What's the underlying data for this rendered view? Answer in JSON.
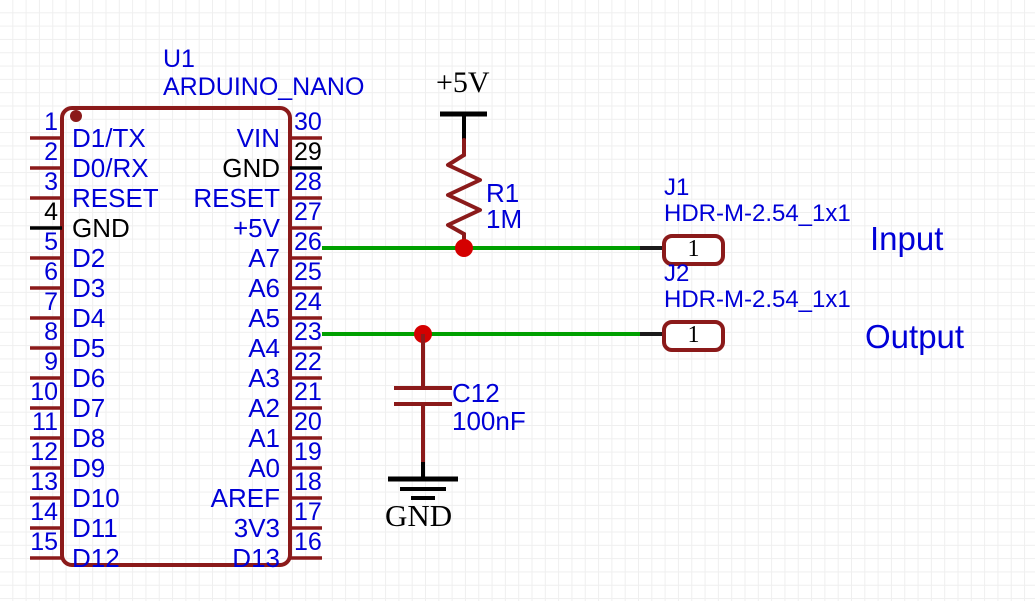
{
  "diagram": {
    "type": "electronic-schematic",
    "colors": {
      "wire_green": "#00a000",
      "component_dark_red": "#8b1a1a",
      "pin_label_blue": "#0000d7",
      "power_black": "#000000",
      "junction_red": "#d40000",
      "grid": "#efefef",
      "background": "#ffffff"
    }
  },
  "mcu": {
    "reference": "U1",
    "value": "ARDUINO_NANO",
    "left_pins": [
      {
        "number": "1",
        "name": "D1/TX",
        "style": "blue"
      },
      {
        "number": "2",
        "name": "D0/RX",
        "style": "blue"
      },
      {
        "number": "3",
        "name": "RESET",
        "style": "blue"
      },
      {
        "number": "4",
        "name": "GND",
        "style": "black"
      },
      {
        "number": "5",
        "name": "D2",
        "style": "blue"
      },
      {
        "number": "6",
        "name": "D3",
        "style": "blue"
      },
      {
        "number": "7",
        "name": "D4",
        "style": "blue"
      },
      {
        "number": "8",
        "name": "D5",
        "style": "blue"
      },
      {
        "number": "9",
        "name": "D6",
        "style": "blue"
      },
      {
        "number": "10",
        "name": "D7",
        "style": "blue"
      },
      {
        "number": "11",
        "name": "D8",
        "style": "blue"
      },
      {
        "number": "12",
        "name": "D9",
        "style": "blue"
      },
      {
        "number": "13",
        "name": "D10",
        "style": "blue"
      },
      {
        "number": "14",
        "name": "D11",
        "style": "blue"
      },
      {
        "number": "15",
        "name": "D12",
        "style": "blue"
      }
    ],
    "right_pins": [
      {
        "number": "30",
        "name": "VIN",
        "style": "blue"
      },
      {
        "number": "29",
        "name": "GND",
        "style": "black"
      },
      {
        "number": "28",
        "name": "RESET",
        "style": "blue"
      },
      {
        "number": "27",
        "name": "+5V",
        "style": "blue"
      },
      {
        "number": "26",
        "name": "A7",
        "style": "blue"
      },
      {
        "number": "25",
        "name": "A6",
        "style": "blue"
      },
      {
        "number": "24",
        "name": "A5",
        "style": "blue"
      },
      {
        "number": "23",
        "name": "A4",
        "style": "blue"
      },
      {
        "number": "22",
        "name": "A3",
        "style": "blue"
      },
      {
        "number": "21",
        "name": "A2",
        "style": "blue"
      },
      {
        "number": "20",
        "name": "A1",
        "style": "blue"
      },
      {
        "number": "19",
        "name": "A0",
        "style": "blue"
      },
      {
        "number": "18",
        "name": "AREF",
        "style": "blue"
      },
      {
        "number": "17",
        "name": "3V3",
        "style": "blue"
      },
      {
        "number": "16",
        "name": "D13",
        "style": "blue"
      }
    ]
  },
  "resistor": {
    "reference": "R1",
    "value": "1M"
  },
  "capacitor": {
    "reference": "C12",
    "value": "100nF"
  },
  "power_symbols": {
    "supply": "+5V",
    "ground": "GND"
  },
  "connectors": [
    {
      "reference": "J1",
      "value": "HDR-M-2.54_1x1",
      "pin_number": "1",
      "net_label": "Input"
    },
    {
      "reference": "J2",
      "value": "HDR-M-2.54_1x1",
      "pin_number": "1",
      "net_label": "Output"
    }
  ]
}
